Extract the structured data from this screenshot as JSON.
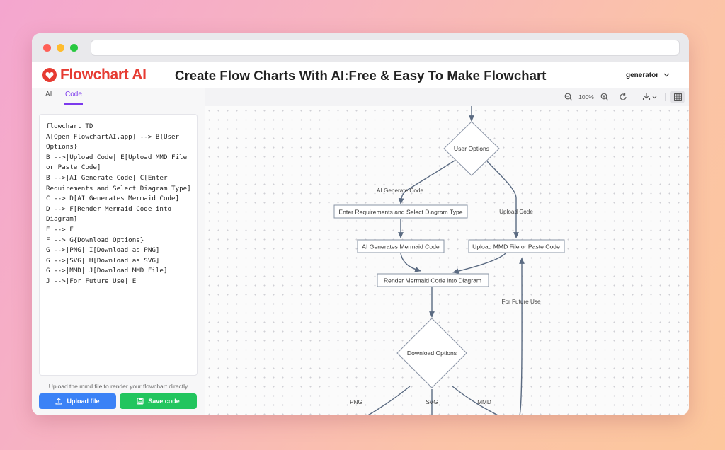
{
  "app": {
    "brand": "Flowchart AI",
    "headline": "Create Flow Charts With AI:Free & Easy To Make Flowchart",
    "generator_select": "generator"
  },
  "left_panel": {
    "tabs": [
      {
        "label": "AI"
      },
      {
        "label": "Code"
      }
    ],
    "active_tab": "Code",
    "code_lines": [
      "flowchart TD",
      "A[Open FlowchartAI.app] --> B{User",
      "Options}",
      "B -->|Upload Code| E[Upload MMD File",
      "or Paste Code]",
      "B -->|AI Generate Code| C[Enter",
      "Requirements and Select Diagram Type]",
      "C --> D[AI Generates Mermaid Code]",
      "D --> F[Render Mermaid Code into",
      "Diagram]",
      "E --> F",
      "F --> G{Download Options}",
      "G -->|PNG| I[Download as PNG]",
      "G -->|SVG| H[Download as SVG]",
      "G -->|MMD| J[Download MMD File]",
      "J -->|For Future Use| E"
    ],
    "hint": "Upload the mmd file to render your flowchart directly",
    "upload_button": "Upload file",
    "save_button": "Save code"
  },
  "toolbar": {
    "zoom": "100%"
  },
  "flowchart": {
    "nodes": {
      "user_options": "User Options",
      "enter_requirements": "Enter Requirements and Select Diagram Type",
      "ai_generates": "AI Generates Mermaid Code",
      "upload_mmd": "Upload MMD File or Paste Code",
      "render": "Render Mermaid Code into Diagram",
      "download_options": "Download Options"
    },
    "edge_labels": {
      "ai_generate": "AI Generate Code",
      "upload_code": "Upload Code",
      "future_use": "For Future Use",
      "png": "PNG",
      "svg": "SVG",
      "mmd": "MMD"
    }
  },
  "colors": {
    "brand_red": "#e63b32",
    "accent_purple": "#7c3aed",
    "upload_blue": "#3b82f6",
    "save_green": "#22c55e",
    "edge": "#5b6b82"
  }
}
